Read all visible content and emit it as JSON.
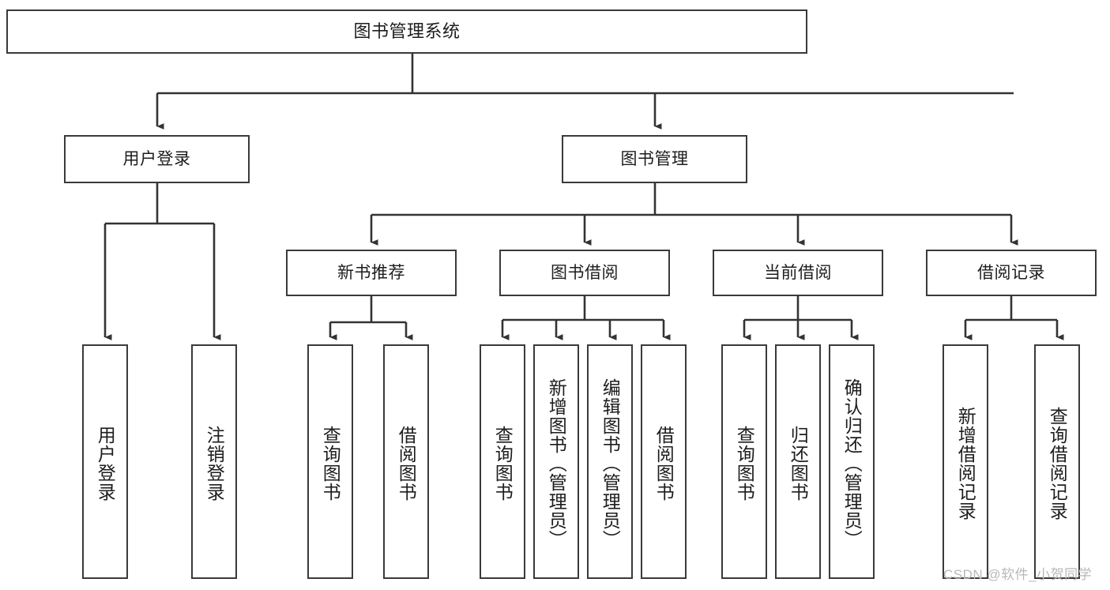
{
  "diagram": {
    "type": "tree",
    "title": "图书管理系统",
    "orientation": "top-down",
    "line_color": "#3a3a3a",
    "box_fill": "#ffffff",
    "text_color": "#1d1d1d"
  },
  "watermark": {
    "text": "CSDN @软件_小贺同学",
    "color": "#b8b8b8"
  },
  "nodes": {
    "root": {
      "label": "图书管理系统"
    },
    "level2": [
      {
        "label": "用户登录"
      },
      {
        "label": "图书管理"
      }
    ],
    "level3": [
      {
        "label": "新书推荐"
      },
      {
        "label": "图书借阅"
      },
      {
        "label": "当前借阅"
      },
      {
        "label": "借阅记录"
      }
    ],
    "leaves": {
      "user_login": [
        {
          "label": "用户登录"
        },
        {
          "label": "注销登录"
        }
      ],
      "new_book": [
        {
          "label": "查询图书"
        },
        {
          "label": "借阅图书"
        }
      ],
      "book_borrow": [
        {
          "label": "查询图书"
        },
        {
          "label": "新增图书（管理员）"
        },
        {
          "label": "编辑图书（管理员）"
        },
        {
          "label": "借阅图书"
        }
      ],
      "current_borrow": [
        {
          "label": "查询图书"
        },
        {
          "label": "归还图书"
        },
        {
          "label": "确认归还（管理员）"
        }
      ],
      "borrow_record": [
        {
          "label": "新增借阅记录"
        },
        {
          "label": "查询借阅记录"
        }
      ]
    }
  }
}
